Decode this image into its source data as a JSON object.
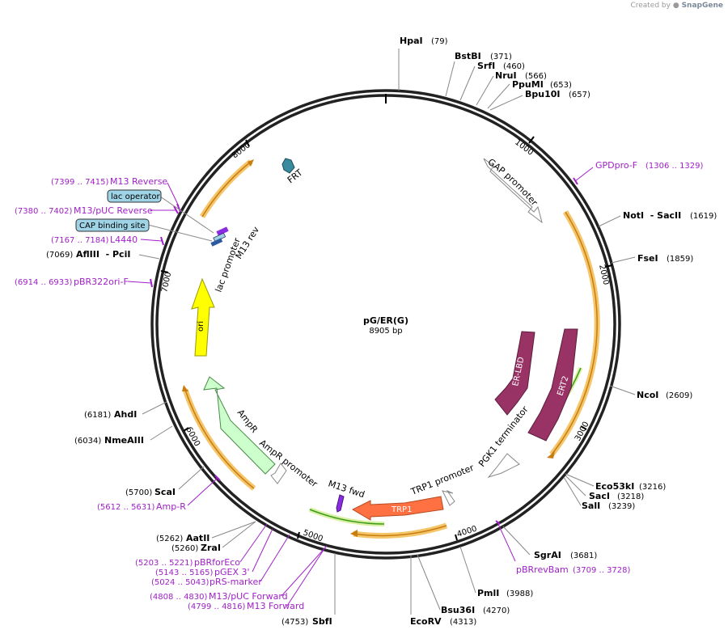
{
  "credit": {
    "prefix": "Created by",
    "brand": "SnapGene"
  },
  "plasmid": {
    "name": "pG/ER(G)",
    "length_label": "8905 bp",
    "length": 8905
  },
  "ruler": [
    {
      "pos": 1000,
      "label": "1000"
    },
    {
      "pos": 2000,
      "label": "2000"
    },
    {
      "pos": 3000,
      "label": "3000"
    },
    {
      "pos": 4000,
      "label": "4000"
    },
    {
      "pos": 5000,
      "label": "5000"
    },
    {
      "pos": 6000,
      "label": "6000"
    },
    {
      "pos": 7000,
      "label": "7000"
    },
    {
      "pos": 8000,
      "label": "8000"
    }
  ],
  "sites": [
    {
      "name": "HpaI",
      "pos": 79,
      "pos_label": "(79)"
    },
    {
      "name": "BstBI",
      "pos": 371,
      "pos_label": "(371)"
    },
    {
      "name": "SrfI",
      "pos": 460,
      "pos_label": "(460)"
    },
    {
      "name": "NruI",
      "pos": 566,
      "pos_label": "(566)"
    },
    {
      "name": "PpuMI",
      "pos": 653,
      "pos_label": "(653)"
    },
    {
      "name": "Bpu10I",
      "pos": 657,
      "pos_label": "(657)"
    },
    {
      "name": "NotI  - SacII",
      "pos": 1619,
      "pos_label": "(1619)"
    },
    {
      "name": "FseI",
      "pos": 1859,
      "pos_label": "(1859)"
    },
    {
      "name": "NcoI",
      "pos": 2609,
      "pos_label": "(2609)"
    },
    {
      "name": "Eco53kI",
      "pos": 3216,
      "pos_label": "(3216)"
    },
    {
      "name": "SacI",
      "pos": 3218,
      "pos_label": "(3218)"
    },
    {
      "name": "SalI",
      "pos": 3239,
      "pos_label": "(3239)"
    },
    {
      "name": "SgrAI",
      "pos": 3681,
      "pos_label": "(3681)"
    },
    {
      "name": "PmlI",
      "pos": 3988,
      "pos_label": "(3988)"
    },
    {
      "name": "Bsu36I",
      "pos": 4270,
      "pos_label": "(4270)"
    },
    {
      "name": "EcoRV",
      "pos": 4313,
      "pos_label": "(4313)"
    },
    {
      "name": "SbfI",
      "pos": 4753,
      "pos_label": "(4753)"
    },
    {
      "name": "ZraI",
      "pos": 5260,
      "pos_label": "(5260)"
    },
    {
      "name": "AatII",
      "pos": 5262,
      "pos_label": "(5262)"
    },
    {
      "name": "ScaI",
      "pos": 5700,
      "pos_label": "(5700)"
    },
    {
      "name": "NmeAIII",
      "pos": 6034,
      "pos_label": "(6034)"
    },
    {
      "name": "AhdI",
      "pos": 6181,
      "pos_label": "(6181)"
    },
    {
      "name": "AflIII  - PciI",
      "pos": 7069,
      "pos_label": "(7069)"
    }
  ],
  "primers": [
    {
      "name": "GPDpro-F",
      "range": "(1306 .. 1329)"
    },
    {
      "name": "pBRrevBam",
      "range": "(3709 .. 3728)"
    },
    {
      "name": "M13 Forward",
      "range": "(4799 .. 4816)"
    },
    {
      "name": "M13/pUC Forward",
      "range": "(4808 .. 4830)"
    },
    {
      "name": "pRS-marker",
      "range": "(5024 .. 5043)"
    },
    {
      "name": "pGEX 3'",
      "range": "(5143 .. 5165)"
    },
    {
      "name": "pBRforEco",
      "range": "(5203 .. 5221)"
    },
    {
      "name": "Amp-R",
      "range": "(5612 .. 5631)"
    },
    {
      "name": "pBR322ori-F",
      "range": "(6914 .. 6933)"
    },
    {
      "name": "L4440",
      "range": "(7167 .. 7184)"
    },
    {
      "name": "M13/pUC Reverse",
      "range": "(7380 .. 7402)"
    },
    {
      "name": "M13 Reverse",
      "range": "(7399 .. 7415)"
    }
  ],
  "boxed_features": [
    {
      "name": "lac operator"
    },
    {
      "name": "CAP binding site"
    }
  ],
  "features": [
    {
      "name": "GAP promoter",
      "color": "#ffffff"
    },
    {
      "name": "ER-LBD",
      "color": "#993366"
    },
    {
      "name": "ERT2",
      "color": "#993366"
    },
    {
      "name": "PGK1 terminator",
      "color": "#ffffff"
    },
    {
      "name": "TRP1 promoter",
      "color": "#ffffff"
    },
    {
      "name": "TRP1",
      "color": "#ff7043"
    },
    {
      "name": "M13 fwd",
      "color": "#8a2be2"
    },
    {
      "name": "AmpR promoter",
      "color": "#ffffff"
    },
    {
      "name": "AmpR",
      "color": "#ccffcc"
    },
    {
      "name": "ori",
      "color": "#ffff00"
    },
    {
      "name": "lac promoter",
      "color": "#ffffff"
    },
    {
      "name": "M13 rev",
      "color": "#8a2be2"
    },
    {
      "name": "FRT",
      "color": "#3a8aa0"
    }
  ],
  "colors": {
    "backbone": "#222222",
    "orf_highlight": "#f5c56a",
    "orf_line": "#c87d10",
    "primer": "#a020c8",
    "site_line": "#888888",
    "green_arrow": "#3a9a1e",
    "box_fill": "#9fd3e6"
  }
}
